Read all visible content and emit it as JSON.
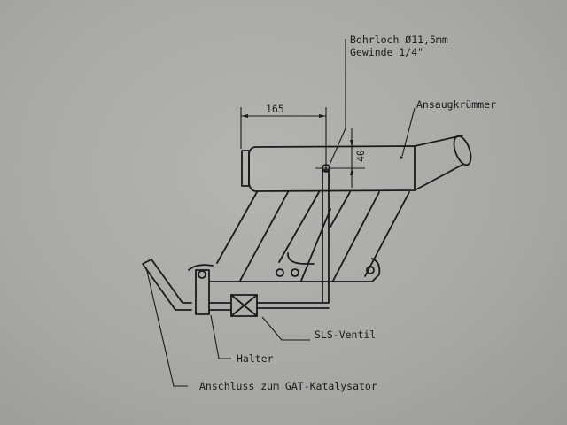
{
  "diagram": {
    "labels": {
      "bohrloch": "Bohrloch Ø11,5mm",
      "gewinde": "Gewinde  1/4\"",
      "ansaugkruemmer": "Ansaugkrümmer",
      "sls_ventil": "SLS-Ventil",
      "halter": "Halter",
      "anschluss": "Anschluss zum GAT-Katalysator"
    },
    "dimensions": {
      "horizontal": "165",
      "vertical": "40"
    },
    "colors": {
      "background": "#a9a9a7",
      "ink": "#1a1a1a"
    }
  }
}
